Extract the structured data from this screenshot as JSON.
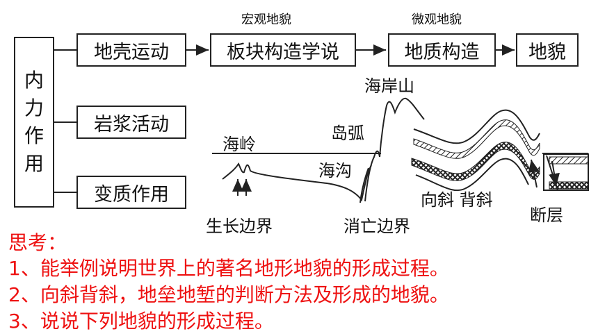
{
  "left_box": {
    "chars": [
      "内",
      "力",
      "作",
      "用"
    ]
  },
  "flow": {
    "crust_movement": "地壳运动",
    "plate_tectonics": "板块构造学说",
    "geo_structure": "地质构造",
    "landform": "地貌",
    "macro_caption": "宏观地貌",
    "micro_caption": "微观地貌"
  },
  "magma": "岩浆活动",
  "metamorphism": "变质作用",
  "labels": {
    "coastal_mountains": "海岸山",
    "ridge": "海岭",
    "island_arc": "岛弧",
    "trench": "海沟",
    "syncline_anticline": "向斜 背斜",
    "fault": "断层",
    "growing_boundary": "生长边界",
    "subduction_boundary": "消亡边界"
  },
  "questions": {
    "heading": "思考：",
    "q1": "1、能举例说明世界上的著名地形地貌的形成过程。",
    "q2": "2、向斜背斜，地垒地堑的判断方法及形成的地貌。",
    "q3": "3、说说下列地貌的形成过程。"
  },
  "colors": {
    "question_text": "#ee1111",
    "line": "#222222"
  }
}
